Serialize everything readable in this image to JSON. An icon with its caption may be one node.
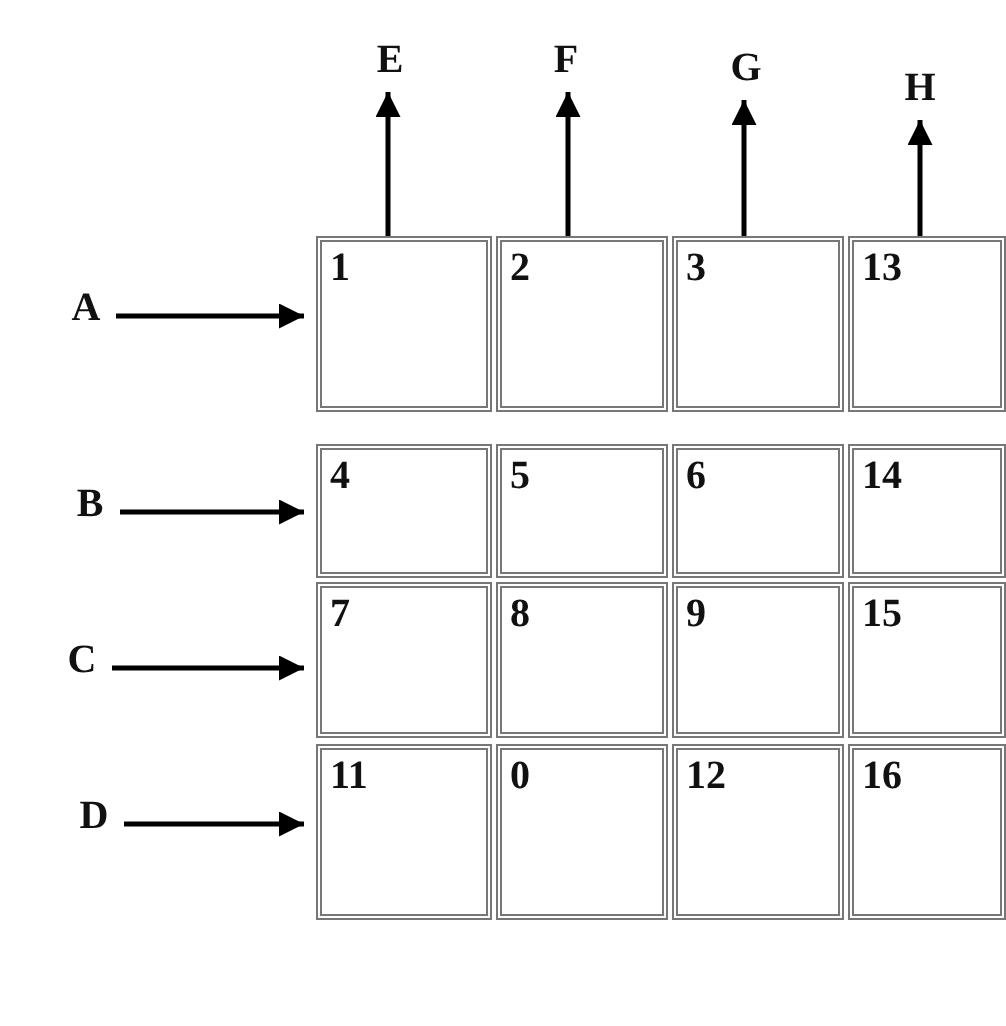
{
  "diagram": {
    "nodes": [
      {
        "text": [
          "E"
        ]
      },
      {
        "text": [
          "F"
        ]
      },
      {
        "text": [
          "G"
        ]
      },
      {
        "text": [
          "H"
        ]
      },
      {
        "text": [
          "A"
        ]
      },
      {
        "text": [
          "1"
        ]
      },
      {
        "text": [
          "2"
        ]
      },
      {
        "text": [
          "3"
        ]
      },
      {
        "text": [
          "13"
        ]
      },
      {
        "text": [
          "B"
        ]
      },
      {
        "text": [
          "4"
        ]
      },
      {
        "text": [
          "5"
        ]
      },
      {
        "text": [
          "6"
        ]
      },
      {
        "text": [
          "14"
        ]
      },
      {
        "text": [
          "C"
        ]
      },
      {
        "text": [
          "7"
        ]
      },
      {
        "text": [
          "8"
        ]
      },
      {
        "text": [
          "9"
        ]
      },
      {
        "text": [
          "15"
        ]
      },
      {
        "text": [
          "D"
        ]
      },
      {
        "text": [
          "11"
        ]
      },
      {
        "text": [
          "0"
        ]
      },
      {
        "text": [
          "12"
        ]
      },
      {
        "text": [
          "16"
        ]
      }
    ],
    "edges": [
      {
        "from": 4,
        "to": 5,
        "arrow": "to"
      },
      {
        "from": 9,
        "to": 10,
        "arrow": "to"
      },
      {
        "from": 14,
        "to": 15,
        "arrow": "to"
      },
      {
        "from": 19,
        "to": 20,
        "arrow": "to"
      },
      {
        "from": 5,
        "to": 0,
        "arrow": "to"
      },
      {
        "from": 6,
        "to": 1,
        "arrow": "to"
      },
      {
        "from": 7,
        "to": 2,
        "arrow": "to"
      },
      {
        "from": 8,
        "to": 3,
        "arrow": "to"
      }
    ]
  }
}
